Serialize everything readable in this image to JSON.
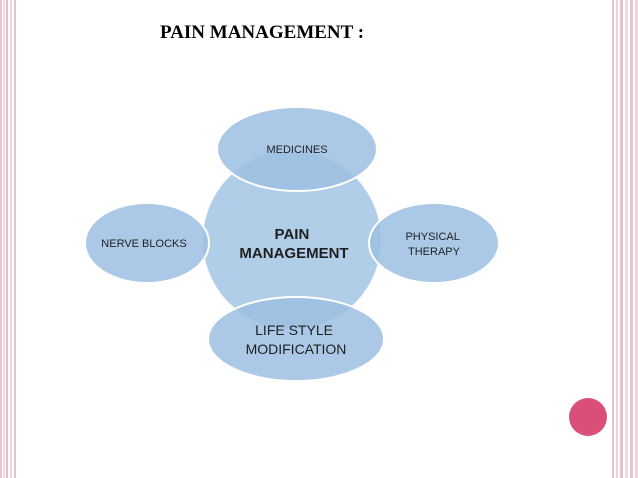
{
  "slide": {
    "title": "PAIN MANAGEMENT :"
  },
  "diagram": {
    "center": {
      "lines": [
        "PAIN",
        "MANAGEMENT"
      ]
    },
    "nodes": {
      "top": {
        "lines": [
          "MEDICINES"
        ]
      },
      "left": {
        "lines": [
          "NERVE BLOCKS"
        ]
      },
      "right": {
        "lines": [
          "PHYSICAL",
          "THERAPY"
        ]
      },
      "bottom": {
        "lines": [
          "LIFE STYLE",
          "MODIFICATION"
        ]
      }
    }
  },
  "colors": {
    "center_fill": "#a9c9e6",
    "satellite_fill": "#9cc0e2",
    "outline": "#ffffff",
    "accent_dot": "#d94f7a",
    "border_pink": "#e6c3d0"
  }
}
